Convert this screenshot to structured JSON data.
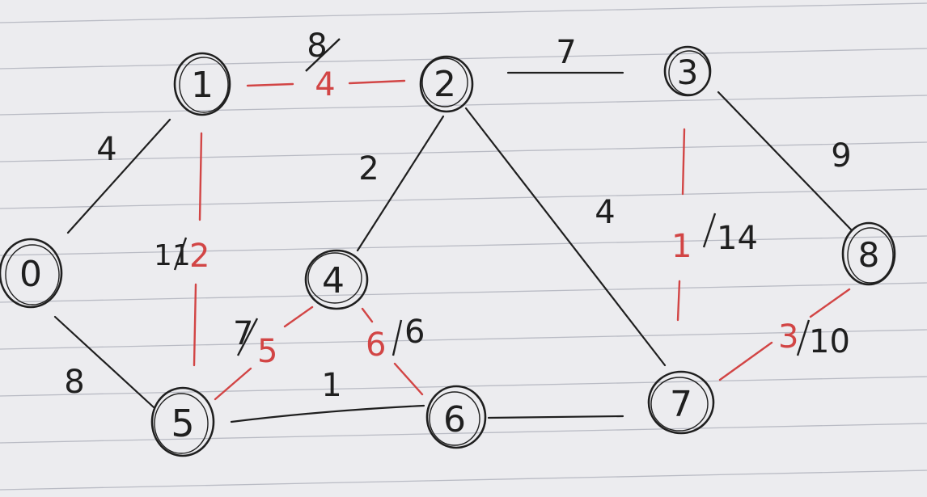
{
  "colors": {
    "paper": "#ececef",
    "rule_line": "#b9bbc4",
    "ink": "#1f1f1f",
    "red": "#d24545"
  },
  "nodes": [
    {
      "label": "1"
    },
    {
      "label": "2"
    },
    {
      "label": "3"
    },
    {
      "label": "0"
    },
    {
      "label": "4"
    },
    {
      "label": "8"
    },
    {
      "label": "5"
    },
    {
      "label": "6"
    },
    {
      "label": "7"
    }
  ],
  "edges": [
    {
      "from": "1",
      "to": "2",
      "color": "red"
    },
    {
      "from": "2",
      "to": "3",
      "color": "black"
    },
    {
      "from": "0",
      "to": "1",
      "color": "black"
    },
    {
      "from": "1",
      "to": "5",
      "color": "red"
    },
    {
      "from": "0",
      "to": "5",
      "color": "black"
    },
    {
      "from": "2",
      "to": "4",
      "color": "black"
    },
    {
      "from": "2",
      "to": "7",
      "color": "black"
    },
    {
      "from": "3",
      "to": "7",
      "color": "red"
    },
    {
      "from": "3",
      "to": "8",
      "color": "black"
    },
    {
      "from": "4",
      "to": "5",
      "color": "red"
    },
    {
      "from": "4",
      "to": "6",
      "color": "red"
    },
    {
      "from": "5",
      "to": "6",
      "color": "black"
    },
    {
      "from": "6",
      "to": "7",
      "color": "black"
    },
    {
      "from": "7",
      "to": "8",
      "color": "red"
    }
  ],
  "labels": {
    "w_1_2_old": "8",
    "w_1_2_new": "4",
    "w_2_3": "7",
    "w_0_1": "4",
    "w_1_5_old": "11",
    "w_1_5_new": "2",
    "w_0_5": "8",
    "w_2_4": "2",
    "w_2_7": "4",
    "w_3_7_new": "1",
    "w_3_7_old": "14",
    "w_3_8": "9",
    "w_4_5_old": "7",
    "w_4_5_new": "5",
    "w_4_6_new": "6",
    "w_4_6_old": "6",
    "w_5_6": "1",
    "w_7_8_new": "3",
    "w_7_8_old": "10"
  }
}
